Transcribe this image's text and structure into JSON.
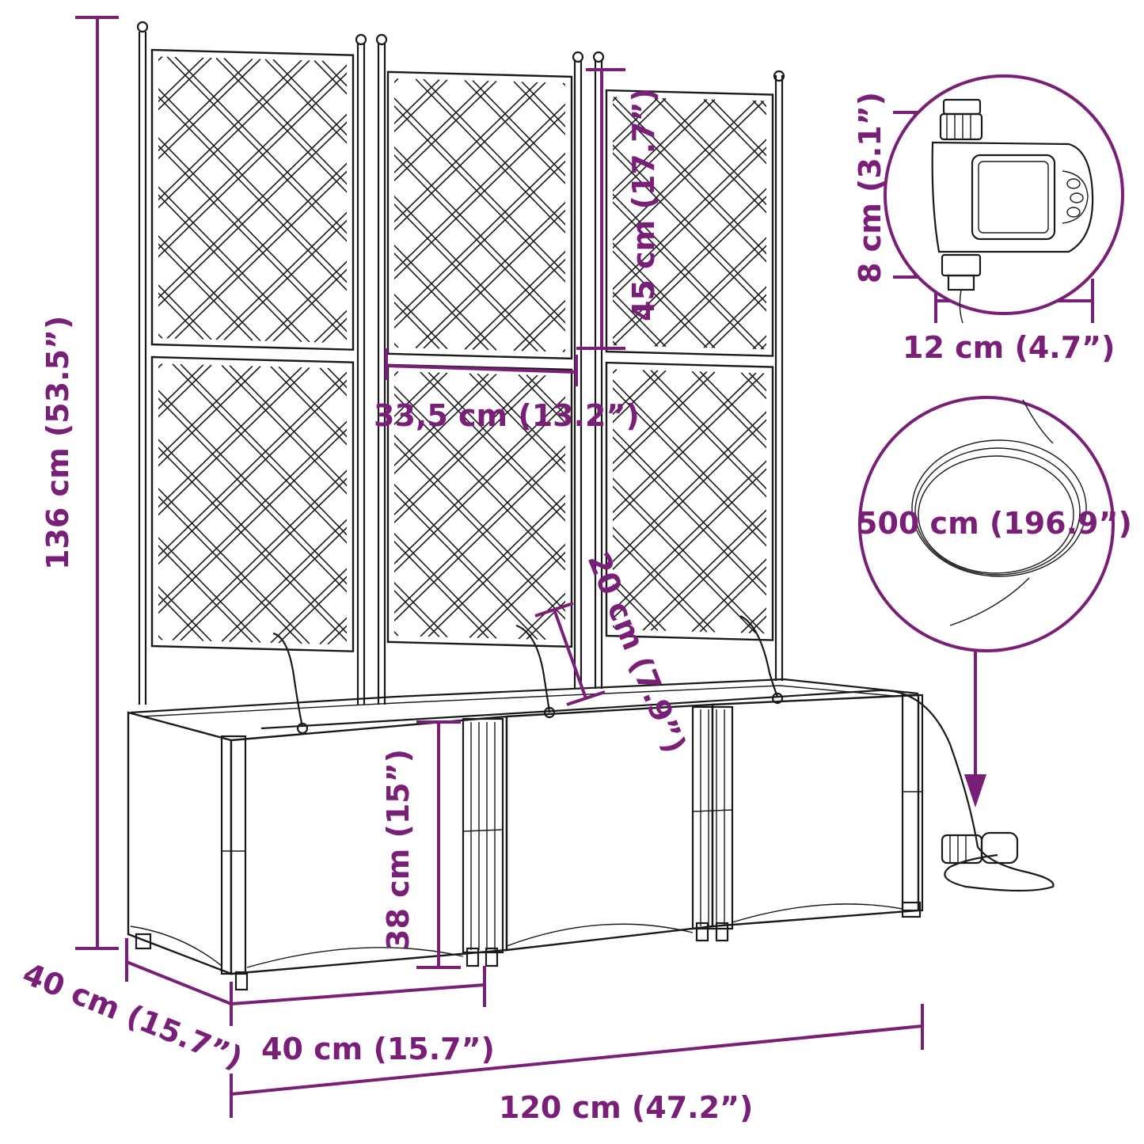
{
  "accent_color": "#7a1f78",
  "line_color": "#1a1a1a",
  "dimensions": {
    "total_height": "136 cm (53.5”)",
    "trellis_panel_height": "45 cm (17.7”)",
    "trellis_panel_width": "33,5 cm (13.2”)",
    "pot_height": "38 cm (15”)",
    "drip_height": "20 cm (7.9”)",
    "depth": "40 cm (15.7”)",
    "section_width": "40 cm (15.7”)",
    "total_width": "120 cm (47.2”)",
    "timer_height": "8 cm (3.1”)",
    "timer_width": "12 cm (4.7”)",
    "hose_length": "500 cm (196.9”)"
  },
  "icons": [
    "water-timer-icon",
    "coiled-hose-icon"
  ]
}
